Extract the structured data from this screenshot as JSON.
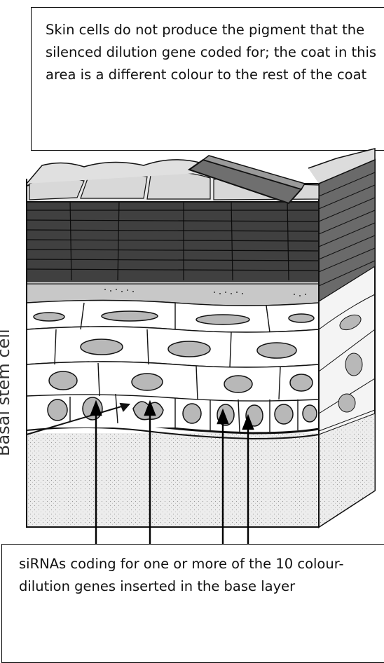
{
  "top_caption": "Skin cells do not produce the pigment that the silenced dilution gene coded for; the coat in this area is a different colour to the rest of the coat",
  "bottom_caption": "siRNAs coding for one or more of the 10 colour- dilution genes inserted in the base layer",
  "side_label": "Basal stem cell",
  "colors": {
    "dark_layer": "#404040",
    "nucleus": "#b8b8b8",
    "dermis": "#ececec",
    "outline": "#111111"
  }
}
